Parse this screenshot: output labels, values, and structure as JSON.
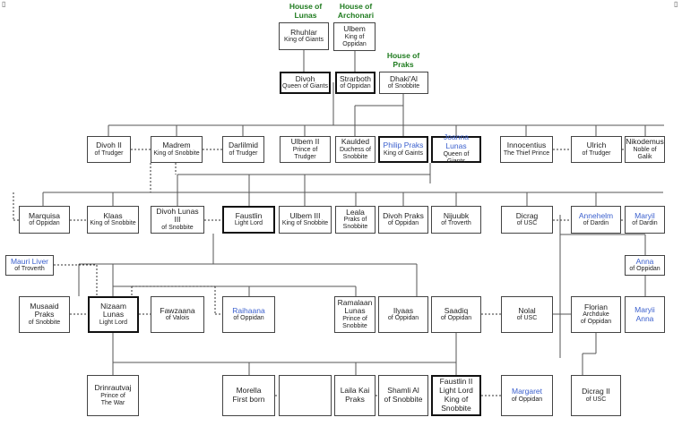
{
  "colors": {
    "house": "#1e7b1e",
    "blue_name": "#3a5fcd",
    "border": "#444444"
  },
  "houses": [
    {
      "line1": "House of",
      "line2": "Lunas"
    },
    {
      "line1": "House of",
      "line2": "Archonari"
    },
    {
      "line1": "House of",
      "line2": "Praks"
    }
  ],
  "people": [
    {
      "name": "Rhuhlar",
      "sub": [
        "King of Giants"
      ]
    },
    {
      "name": "Ulbem",
      "sub": [
        "King of",
        "Oppidan"
      ]
    },
    {
      "name": "Divoh",
      "sub": [
        "Queen of Giants"
      ],
      "thick": true
    },
    {
      "name": "Strarboth",
      "sub": [
        "of Oppidan"
      ],
      "thick": true
    },
    {
      "name": "Dhaki'Al",
      "sub": [
        "of Snobbite"
      ]
    },
    {
      "name": "Divoh II",
      "sub": [
        "of Trudger"
      ]
    },
    {
      "name": "Madrem",
      "sub": [
        "King of Snobbite"
      ]
    },
    {
      "name": "Darlilmid",
      "sub": [
        "of Trudger"
      ]
    },
    {
      "name": "Ulbem II",
      "sub": [
        "Prince of Trudger"
      ]
    },
    {
      "name": "Kaulded",
      "sub": [
        "Duchess of",
        "Snobbite"
      ]
    },
    {
      "name": "Philip Praks",
      "sub": [
        "King of Gaints"
      ],
      "thick": true,
      "blue": true
    },
    {
      "name": "Joanna Lunas",
      "sub": [
        "Queen of Giants"
      ],
      "thick": true,
      "blue": true
    },
    {
      "name": "Innocentius",
      "sub": [
        "The Thief Prince"
      ]
    },
    {
      "name": "Ulrich",
      "sub": [
        "of Trudger"
      ]
    },
    {
      "name": "Nikodemus",
      "sub": [
        "Noble of",
        "Galik"
      ]
    },
    {
      "name": "Marquisa",
      "sub": [
        "of Oppidan"
      ]
    },
    {
      "name": "Klaas",
      "sub": [
        "King of Snobbite"
      ]
    },
    {
      "name": "Divoh Lunas III",
      "sub": [
        "of Snobbite"
      ]
    },
    {
      "name": "Faustlin",
      "sub": [
        "Light Lord"
      ],
      "thick": true
    },
    {
      "name": "Ulbem III",
      "sub": [
        "King of Snobbite"
      ]
    },
    {
      "name": "Leala",
      "sub": [
        "Praks of",
        "Snobbite"
      ]
    },
    {
      "name": "Divoh Praks",
      "sub": [
        "of Oppidan"
      ]
    },
    {
      "name": "Nijuubk",
      "sub": [
        "of Troverth"
      ]
    },
    {
      "name": "Dicrag",
      "sub": [
        "of USC"
      ]
    },
    {
      "name": "Annehelm",
      "sub": [
        "of Dardin"
      ],
      "blue": true
    },
    {
      "name": "Maryil",
      "sub": [
        "of Dardin"
      ],
      "blue": true
    },
    {
      "name": "Mauri Liver",
      "sub": [
        "of Troverth"
      ],
      "blue": true
    },
    {
      "name": "Anna",
      "sub": [
        "of Oppidan"
      ],
      "blue": true
    },
    {
      "name": "Musaaid Praks",
      "sub": [
        "of Snobbite"
      ]
    },
    {
      "name": "Nizaam Lunas",
      "sub": [
        "Light Lord"
      ],
      "thick": true
    },
    {
      "name": "Fawzaana",
      "sub": [
        "of Valois"
      ]
    },
    {
      "name": "Raihaana",
      "sub": [
        "of Oppidan"
      ],
      "blue": true
    },
    {
      "name": "Ramalaan Lunas",
      "sub": [
        "Prince of",
        "Snobbite"
      ]
    },
    {
      "name": "Ilyaas",
      "sub": [
        "of Oppidan"
      ]
    },
    {
      "name": "Saadiq",
      "sub": [
        "of Oppidan"
      ]
    },
    {
      "name": "Nolal",
      "sub": [
        "of USC"
      ]
    },
    {
      "name": "Florian",
      "sub": [
        "Archduke",
        "of Oppidan"
      ]
    },
    {
      "name": "Maryii Anna",
      "sub": [],
      "blue": true
    },
    {
      "name": "Drinrautvaj",
      "sub": [
        "Prince of",
        "The War"
      ]
    },
    {
      "name": "Morella",
      "sub": [
        "First born"
      ],
      "big": true
    },
    {
      "name": "",
      "sub": []
    },
    {
      "name": "Laila Kai Praks",
      "sub": [],
      "big": true
    },
    {
      "name": "Shamli Al",
      "sub": [
        "of Snobbite"
      ],
      "big": true
    },
    {
      "name": "Faustlin II",
      "sub": [
        "Light Lord",
        "King of",
        "Snobbite"
      ],
      "thick": true,
      "big": true
    },
    {
      "name": "Margaret",
      "sub": [
        "of Oppidan"
      ],
      "blue": true
    },
    {
      "name": "Dicrag II",
      "sub": [
        "of USC"
      ]
    }
  ]
}
